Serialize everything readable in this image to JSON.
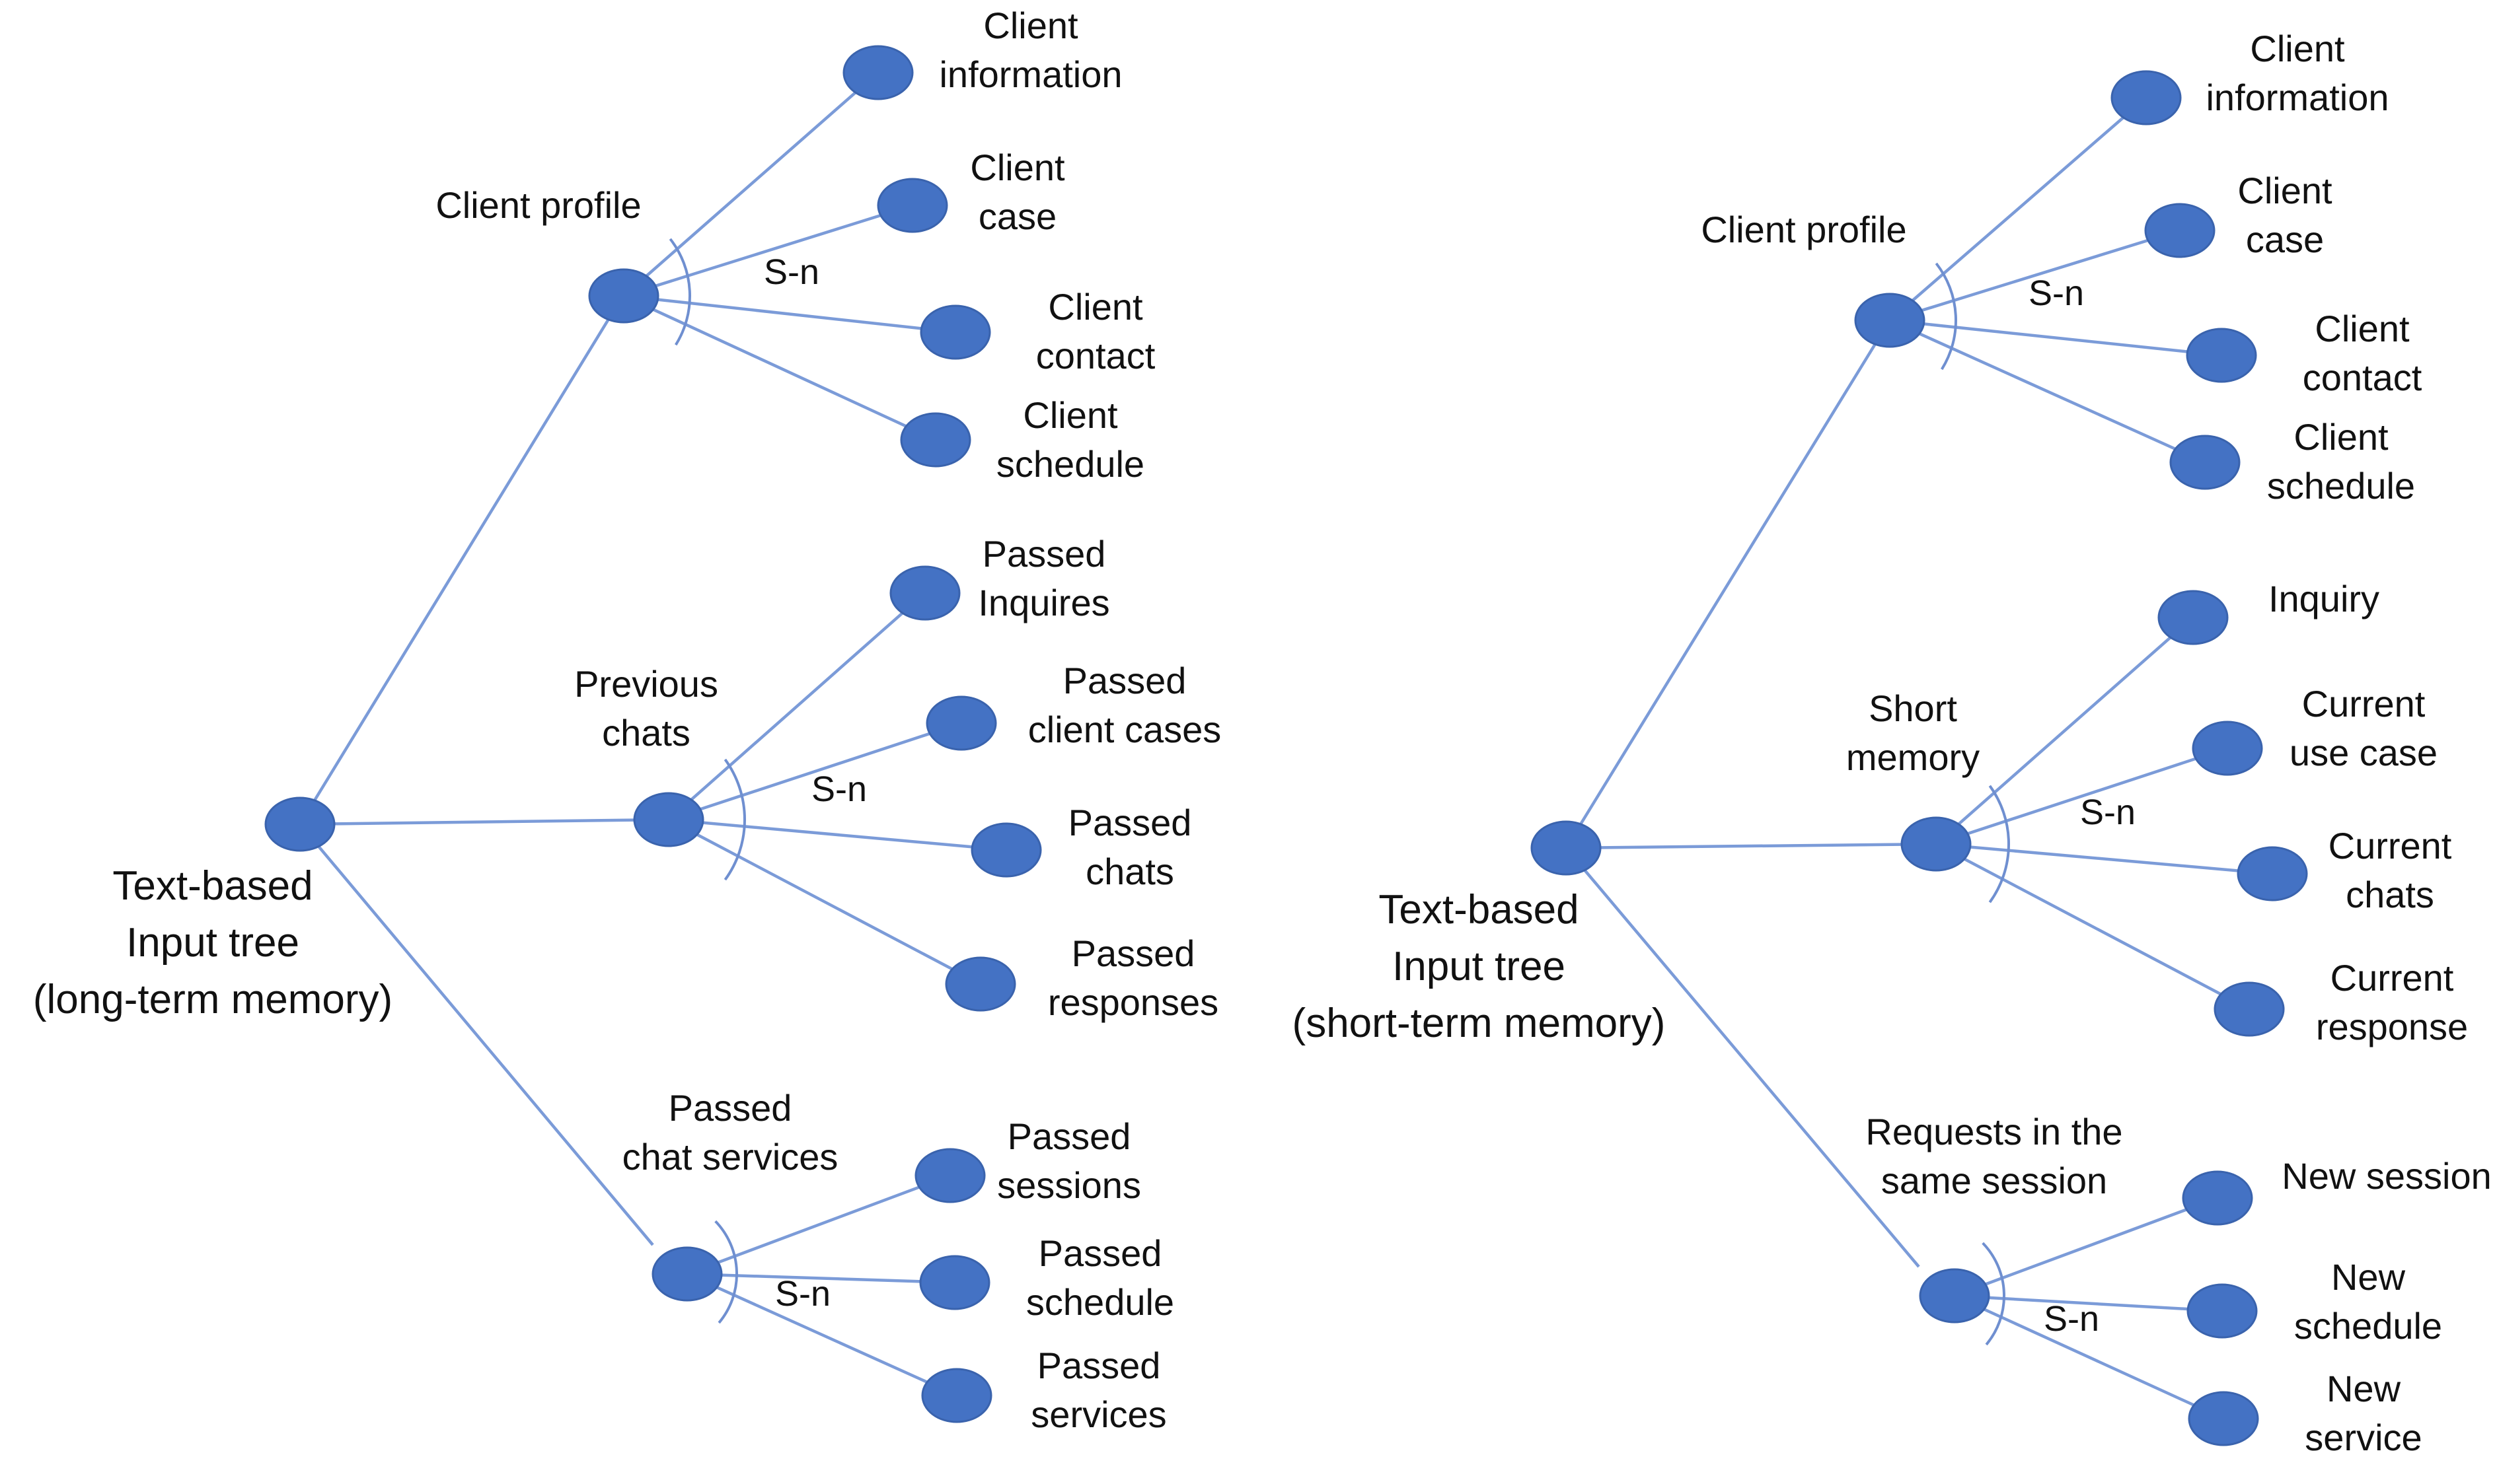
{
  "colors": {
    "node_fill": "#4472c4",
    "edge_stroke": "#7b9bd8",
    "text": "#111111",
    "background": "#ffffff"
  },
  "trees": [
    {
      "root": {
        "lines": [
          "Text-based",
          "Input tree",
          "(long-term memory)"
        ]
      },
      "branches": [
        {
          "lines": [
            "Client profile"
          ],
          "sn": "S-n",
          "leaves": [
            {
              "lines": [
                "Client",
                "information"
              ]
            },
            {
              "lines": [
                "Client",
                "case"
              ]
            },
            {
              "lines": [
                "Client",
                "contact"
              ]
            },
            {
              "lines": [
                "Client",
                "schedule"
              ]
            }
          ]
        },
        {
          "lines": [
            "Previous",
            "chats"
          ],
          "sn": "S-n",
          "leaves": [
            {
              "lines": [
                "Passed",
                "Inquires"
              ]
            },
            {
              "lines": [
                "Passed",
                "client cases"
              ]
            },
            {
              "lines": [
                "Passed",
                "chats"
              ]
            },
            {
              "lines": [
                "Passed",
                "responses"
              ]
            }
          ]
        },
        {
          "lines": [
            "Passed",
            "chat services"
          ],
          "sn": "S-n",
          "leaves": [
            {
              "lines": [
                "Passed",
                "sessions"
              ]
            },
            {
              "lines": [
                "Passed",
                "schedule"
              ]
            },
            {
              "lines": [
                "Passed",
                "services"
              ]
            }
          ]
        }
      ]
    },
    {
      "root": {
        "lines": [
          "Text-based",
          "Input tree",
          "(short-term memory)"
        ]
      },
      "branches": [
        {
          "lines": [
            "Client profile"
          ],
          "sn": "S-n",
          "leaves": [
            {
              "lines": [
                "Client",
                "information"
              ]
            },
            {
              "lines": [
                "Client",
                "case"
              ]
            },
            {
              "lines": [
                "Client",
                "contact"
              ]
            },
            {
              "lines": [
                "Client",
                "schedule"
              ]
            }
          ]
        },
        {
          "lines": [
            "Short",
            "memory"
          ],
          "sn": "S-n",
          "leaves": [
            {
              "lines": [
                "Inquiry"
              ]
            },
            {
              "lines": [
                "Current",
                "use case"
              ]
            },
            {
              "lines": [
                "Current",
                "chats"
              ]
            },
            {
              "lines": [
                "Current",
                "response"
              ]
            }
          ]
        },
        {
          "lines": [
            "Requests in the",
            "same session"
          ],
          "sn": "S-n",
          "leaves": [
            {
              "lines": [
                "New session"
              ]
            },
            {
              "lines": [
                "New",
                "schedule"
              ]
            },
            {
              "lines": [
                "New",
                "service"
              ]
            }
          ]
        }
      ]
    }
  ]
}
